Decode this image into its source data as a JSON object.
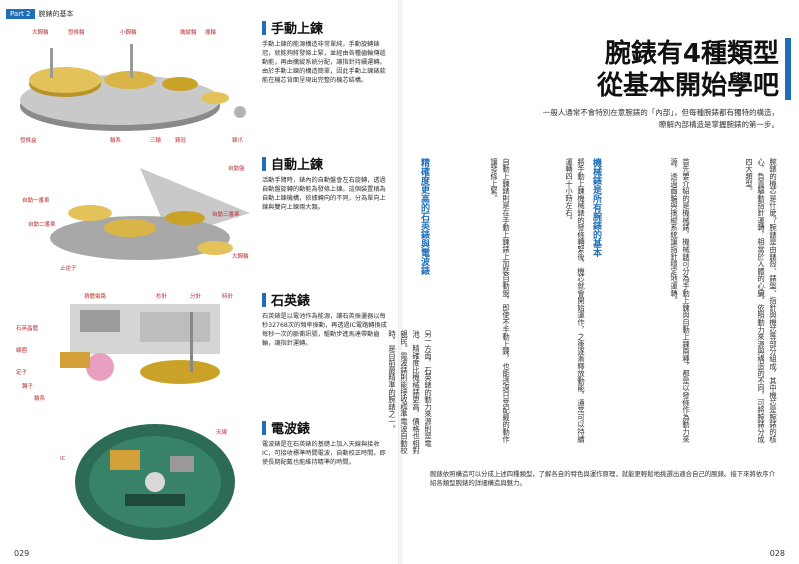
{
  "header": {
    "part_badge": "Part 2",
    "part_title": "腕錶的基本"
  },
  "left_page": {
    "page_number": "029",
    "sections": [
      {
        "id": "manual",
        "title": "手動上鍊",
        "text": "手動上鍊的能源構造非常單純，手動旋轉錶冠，就能夠將發條上緊，並經由各種齒輪傳遞動能，再由擒縱系統分配，讓指針持續運轉。由於手動上鍊的構造簡單，因此手動上鍊錶款能在機芯背面呈現出完整的機芯結構。",
        "labels": [
          "大鋼輪",
          "發條輪",
          "小鋼輪",
          "擒縱輪",
          "擺輪",
          "發條盒",
          "輪系",
          "三輪",
          "錶冠",
          "棘爪"
        ]
      },
      {
        "id": "automatic",
        "title": "自動上鍊",
        "text": "活動手臂時，錶內的自動盤會左右旋轉，透過自動盤旋轉的動能為發條上鍊。這個裝置稱為自動上鍊機構，依據轉向的不同，分為單向上鍊與雙向上鍊兩大類。",
        "labels": [
          "自動盤",
          "自動一番車",
          "自動二番車",
          "自動三番車",
          "大鋼輪",
          "止逆子"
        ]
      },
      {
        "id": "quartz",
        "title": "石英錶",
        "text": "石英錶是以電池作為能源，讓石英振盪器以每秒32768次的頻率振動，再透過IC電路轉換成每秒一次的脈衝訊號，驅動步進馬達帶動齒輪，讓指針運轉。",
        "labels": [
          "積體電路",
          "秒針",
          "分針",
          "時針",
          "石英晶體",
          "線圈",
          "定子",
          "轉子",
          "輪系"
        ]
      },
      {
        "id": "radio",
        "title": "電波錶",
        "text": "電波錶是在石英錶的基礎上加入天線與接收IC，可接收標準時間電波，自動校正時間。即使長期配戴也能維持精準的時間。",
        "labels": [
          "天線",
          "IC"
        ]
      }
    ]
  },
  "right_page": {
    "page_number": "028",
    "title_line1": "腕錶有4種類型",
    "title_line2": "從基本開始學吧",
    "subtitle_line1": "一般人通常不會特別在意腕錶的「內部」，但每種腕錶都有獨特的構造，",
    "subtitle_line2": "瞭解內部構造是掌握腕錶的第一步。",
    "col1": "腕錶的機芯是什麼？腕錶是由錶殼、錶盤、指針與機芯等部分組成，其中機芯是腕錶的核心，負責驅動指針運轉，相當於人體的心臟。依照動力來源與構造的不同，可將腕錶分成四大類型。",
    "col2": "首先要介紹的是機械錶，機械錶可分為手動上鍊與自動上鍊兩種，都是以發條作為動力來源，透過齒輪與擒縱系統讓指針穩定地運轉。",
    "head_a": "機械錶是所有腕錶的基本",
    "col3": "將手動上鍊機械錶的發條轉緊後，機芯就會開始運作，之後逐漸釋放動能，通常可以持續運轉四十小時左右。",
    "col4": "自動上鍊錶則是在手動上鍊錶上加裝自動盤，即使不手動上鍊，也能透過日常配戴的動作讓發條上緊。",
    "head_b": "精確度更高的石英錶與電波錶",
    "col5": "另一方面，石英錶的動力來源則是電池，精確度比機械錶更高，價格也相對親民。電波錶則能接收標準電波自動校時，是目前最精準的腕錶之一。",
    "col6": "腕錶依照構造可以分成上述四種類型，了解各自的特色與運作原理，就能更輕鬆地挑選出適合自己的腕錶。接下來將依序介紹各類型腕錶的詳細構造與魅力。"
  },
  "colors": {
    "accent": "#1f6fb8",
    "gold": "#c9a227",
    "label_red": "#b33333"
  }
}
